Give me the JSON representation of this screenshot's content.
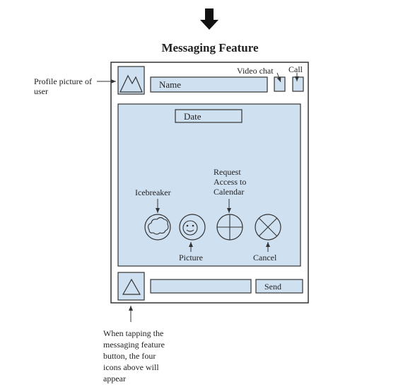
{
  "title": "Messaging Feature",
  "colors": {
    "fill": "#cfe0f1",
    "stroke": "#333333",
    "background": "#ffffff"
  },
  "header": {
    "name_label": "Name",
    "video_chat_label": "Video chat",
    "call_label": "Call"
  },
  "chat": {
    "date_label": "Date"
  },
  "features": {
    "icebreaker_label": "Icebreaker",
    "request_calendar_lines": [
      "Request",
      "Access to",
      "Calendar"
    ],
    "picture_label": "Picture",
    "cancel_label": "Cancel"
  },
  "footer": {
    "send_label": "Send"
  },
  "annotations": {
    "profile_picture_lines": [
      "Profile picture of",
      "user"
    ],
    "tapping_note_lines": [
      "When tapping the",
      "messaging feature",
      "button, the four",
      "icons above will",
      "appear"
    ]
  },
  "icons": [
    "down-arrow-icon",
    "mountain-icon",
    "cloud-icon",
    "smiley-icon",
    "crosshair-icon",
    "cancel-x-icon",
    "triangle-icon"
  ]
}
